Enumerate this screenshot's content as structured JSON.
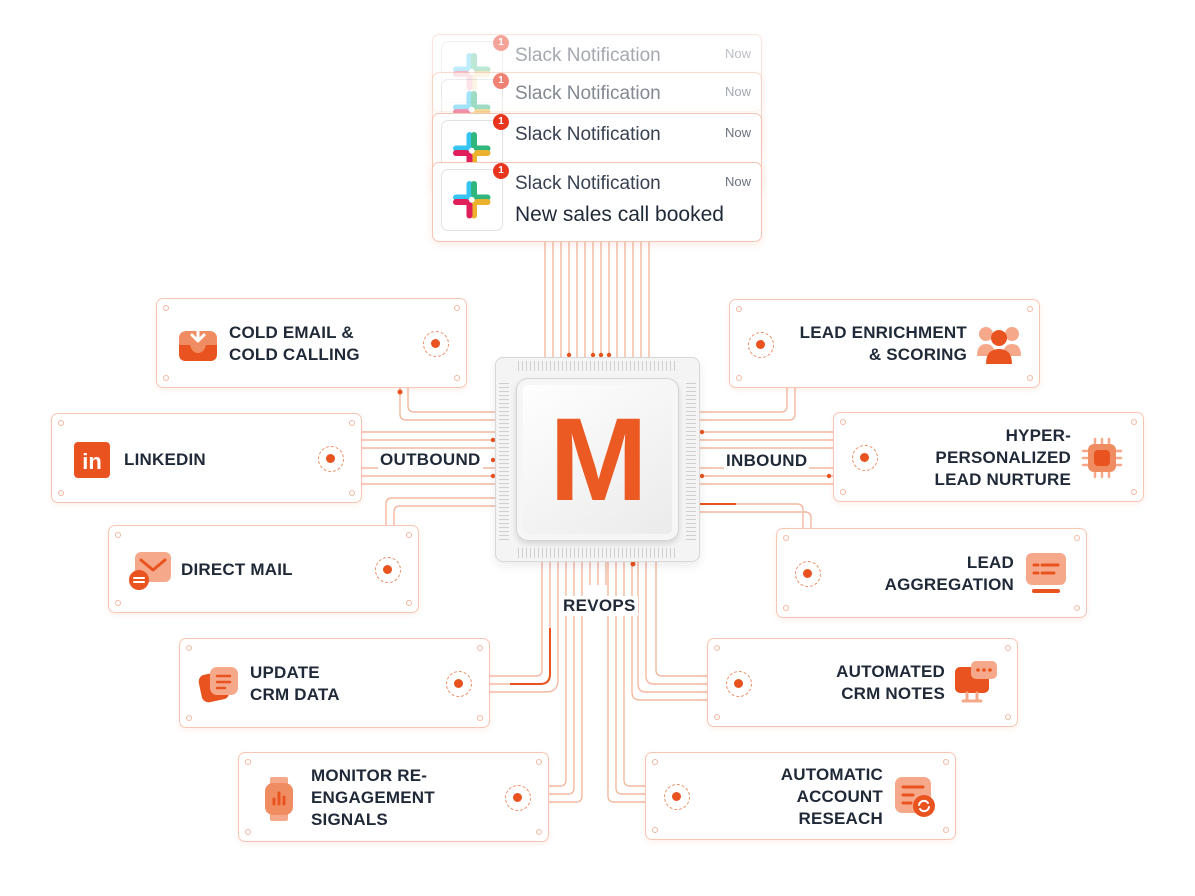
{
  "notifications": [
    {
      "title": "Slack Notification",
      "time": "Now",
      "body": "",
      "badge": "1"
    },
    {
      "title": "Slack Notification",
      "time": "Now",
      "body": "",
      "badge": "1"
    },
    {
      "title": "Slack Notification",
      "time": "Now",
      "body": "",
      "badge": "1"
    },
    {
      "title": "Slack Notification",
      "time": "Now",
      "body": "New sales call booked",
      "badge": "1"
    }
  ],
  "chip": {
    "letter": "M"
  },
  "sections": {
    "outbound": "OUTBOUND",
    "inbound": "INBOUND",
    "revops": "REVOPS"
  },
  "cards": {
    "cold_email": "COLD EMAIL &\nCOLD CALLING",
    "linkedin": "LINKEDIN",
    "direct_mail": "DIRECT MAIL",
    "update_crm": "UPDATE\nCRM DATA",
    "monitor": "MONITOR RE-\nENGAGEMENT\nSIGNALS",
    "lead_enrichment": "LEAD ENRICHMENT\n& SCORING",
    "hyper": "HYPER-\nPERSONALIZED\nLEAD NURTURE",
    "lead_aggregation": "LEAD\nAGGREGATION",
    "crm_notes": "AUTOMATED\nCRM NOTES",
    "account_research": "AUTOMATIC\nACCOUNT\nRESEACH"
  },
  "icons": {
    "cold_email": "inbox-download-icon",
    "linkedin": "linkedin-icon",
    "linkedin_text": "in",
    "direct_mail": "mail-envelope-icon",
    "update_crm": "note-cards-icon",
    "monitor": "smartwatch-icon",
    "lead_enrichment": "user-group-icon",
    "hyper": "processor-chip-icon",
    "lead_aggregation": "dashboard-list-icon",
    "crm_notes": "chat-monitor-icon",
    "account_research": "calendar-sync-icon"
  },
  "colors": {
    "accent": "#e8531f",
    "accent_light": "#f6a98a",
    "wire": "#f4b49a"
  }
}
